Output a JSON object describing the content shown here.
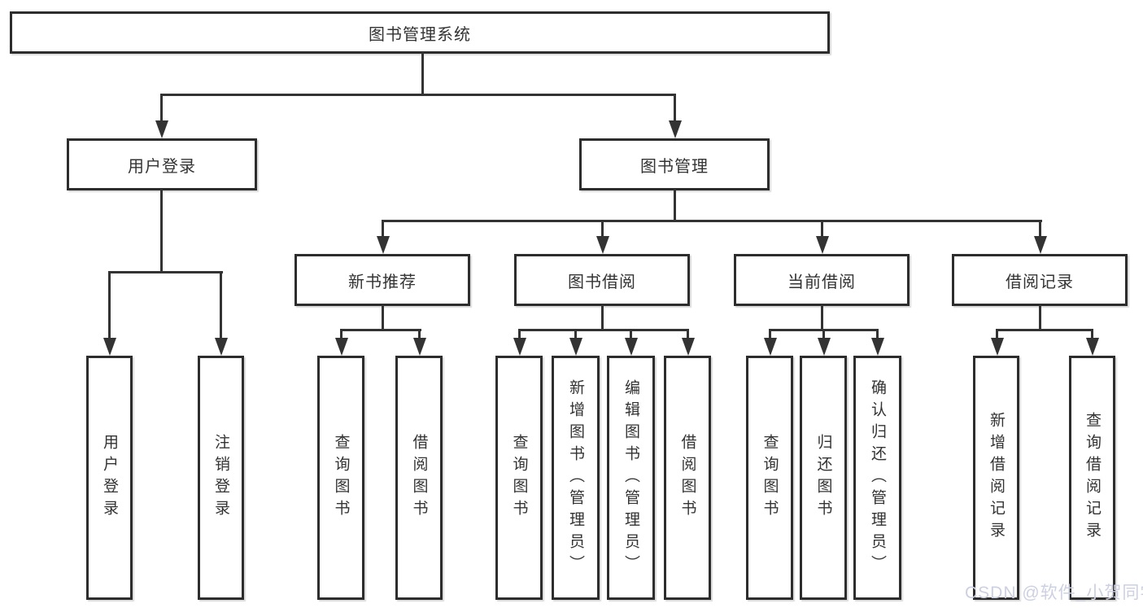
{
  "tree": {
    "root": {
      "label": "图书管理系统",
      "children": [
        {
          "label": "用户登录",
          "children": [
            {
              "label": "用户登录"
            },
            {
              "label": "注销登录"
            }
          ]
        },
        {
          "label": "图书管理",
          "children": [
            {
              "label": "新书推荐",
              "children": [
                {
                  "label": "查询图书"
                },
                {
                  "label": "借阅图书"
                }
              ]
            },
            {
              "label": "图书借阅",
              "children": [
                {
                  "label": "查询图书"
                },
                {
                  "label": "新增图书（管理员）"
                },
                {
                  "label": "编辑图书（管理员）"
                },
                {
                  "label": "借阅图书"
                }
              ]
            },
            {
              "label": "当前借阅",
              "children": [
                {
                  "label": "查询图书"
                },
                {
                  "label": "归还图书"
                },
                {
                  "label": "确认归还（管理员）"
                }
              ]
            },
            {
              "label": "借阅记录",
              "children": [
                {
                  "label": "新增借阅记录"
                },
                {
                  "label": "查询借阅记录"
                }
              ]
            }
          ]
        }
      ]
    }
  },
  "watermark": {
    "text": "CSDN @软件_小贺同学"
  },
  "colors": {
    "background": "#ffffff",
    "box_border": "#2d2d2d",
    "line": "#333333",
    "text": "#333333",
    "watermark": "#ccd0e2"
  }
}
